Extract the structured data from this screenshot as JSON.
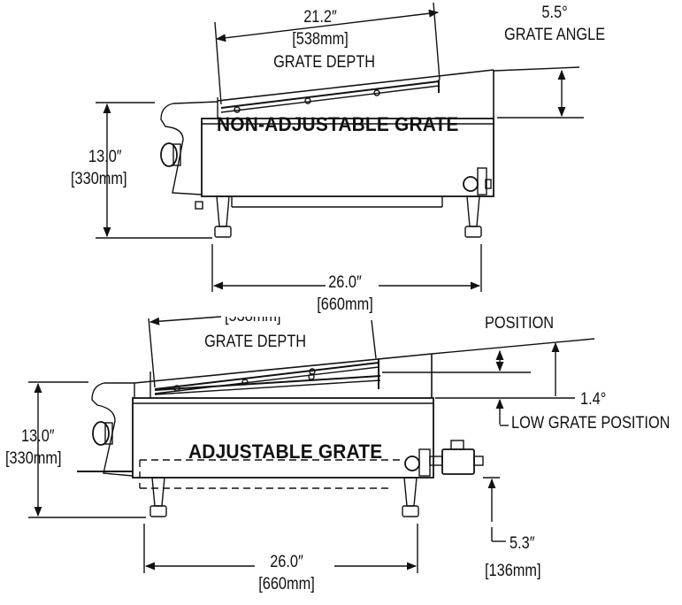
{
  "top": {
    "depth_in": "21.2″",
    "depth_mm": "[538mm]",
    "depth_label": "GRATE DEPTH",
    "angle_value": "5.5°",
    "angle_label": "GRATE ANGLE",
    "title": "NON-ADJUSTABLE GRATE",
    "height_in": "13.0″",
    "height_mm": "[330mm]",
    "width_in": "26.0″",
    "width_mm": "[660mm]"
  },
  "bottom": {
    "depth_mm_partial": "[538mm]",
    "depth_label": "GRATE DEPTH",
    "high_position_partial": "POSITION",
    "low_angle_value": "1.4°",
    "low_position_label": "LOW GRATE POSITION",
    "title": "ADJUSTABLE GRATE",
    "height_in": "13.0″",
    "height_mm": "[330mm]",
    "width_in": "26.0″",
    "width_mm": "[660mm]",
    "clearance_in": "5.3″",
    "clearance_mm": "[136mm]"
  }
}
